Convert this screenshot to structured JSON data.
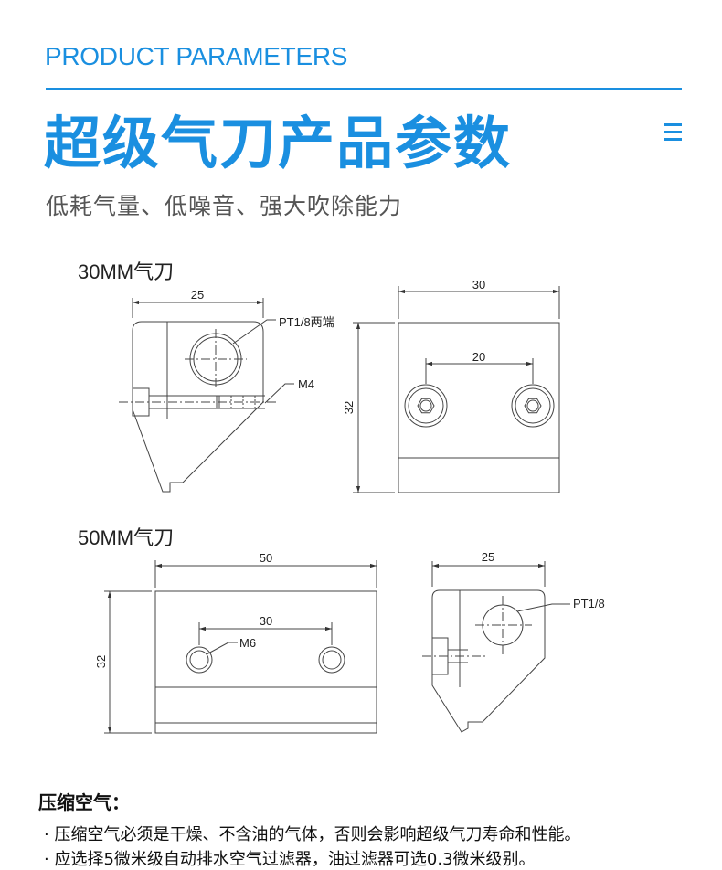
{
  "header": {
    "en_title": "PRODUCT PARAMETERS",
    "cn_title": "超级气刀产品参数",
    "subtitle": "低耗气量、低噪音、强大吹除能力",
    "menu_icon": "menu-icon"
  },
  "drawing_30": {
    "label": "30MM气刀",
    "dim_side_width": "25",
    "dim_front_width": "30",
    "dim_hole_spacing": "20",
    "dim_height": "32",
    "callout_port": "PT1/8两端",
    "callout_screw": "M4"
  },
  "drawing_50": {
    "label": "50MM气刀",
    "dim_front_width": "50",
    "dim_side_width": "25",
    "dim_hole_spacing": "30",
    "dim_height": "32",
    "callout_screw": "M6",
    "callout_port": "PT1/8"
  },
  "compressed_air": {
    "title": "压缩空气：",
    "notes": [
      "· 压缩空气必须是干燥、不含油的气体，否则会影响超级气刀寿命和性能。",
      "· 应选择5微米级自动排水空气过滤器，油过滤器可选0.3微米级别。"
    ]
  },
  "colors": {
    "accent": "#1a8fe0",
    "line": "#444444"
  }
}
